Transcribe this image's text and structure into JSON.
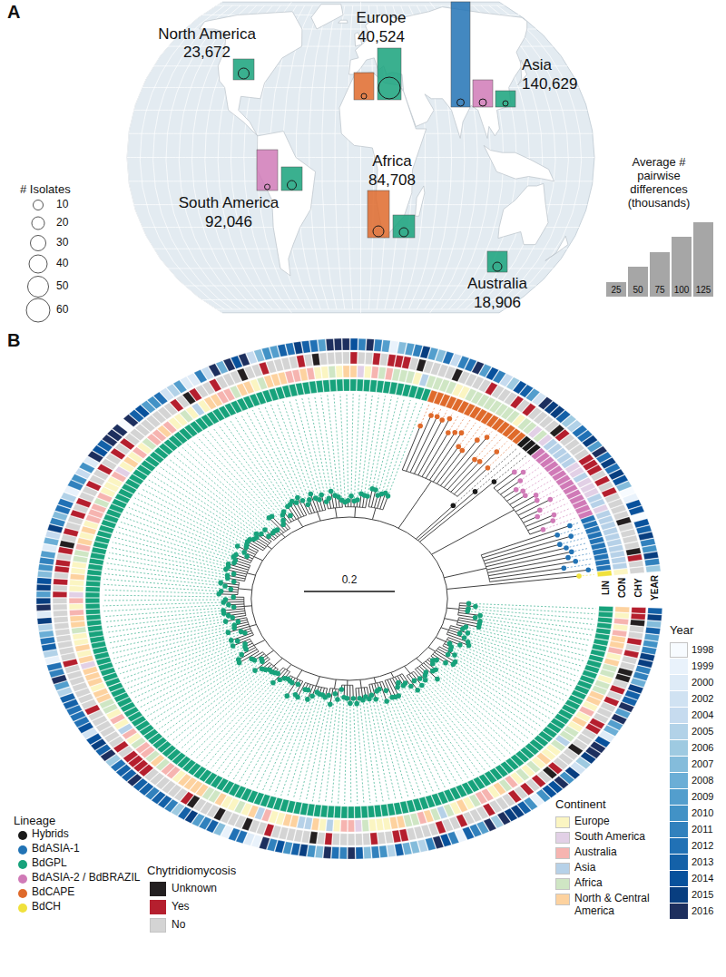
{
  "diagram": {
    "labels": [
      "A",
      "North America",
      "23,672",
      "Europe",
      "40,524",
      "Asia",
      "140,629",
      "South America",
      "92,046",
      "Africa",
      "84,708",
      "Australia",
      "18,906",
      "# Isolates",
      "Average # pairwise differences (thousands)",
      "B",
      "0.2",
      "LIN",
      "CON",
      "CHY",
      "YEAR",
      "Lineage",
      "Chytridiomycosis",
      "Continent",
      "Year"
    ],
    "legend": [
      {
        "text": "Hybrids",
        "color": "#1a1a1a"
      },
      {
        "text": "BdASIA-1",
        "color": "#2273b5"
      },
      {
        "text": "BdGPL",
        "color": "#17a27b"
      },
      {
        "text": "BdASIA-2 / BdBRAZIL",
        "color": "#d07ab7"
      },
      {
        "text": "BdCAPE",
        "color": "#df6a2b"
      },
      {
        "text": "BdCH",
        "color": "#f0e13c"
      },
      {
        "text": "Unknown",
        "color": "#231f20"
      },
      {
        "text": "Yes",
        "color": "#b51f2e"
      },
      {
        "text": "No",
        "color": "#d4d4d4"
      },
      {
        "text": "Europe",
        "color": "#fbf5c2"
      },
      {
        "text": "South America",
        "color": "#e2d0e6"
      },
      {
        "text": "Australia",
        "color": "#f6b4b0"
      },
      {
        "text": "Asia",
        "color": "#b6d1e8"
      },
      {
        "text": "Africa",
        "color": "#cfe6c4"
      },
      {
        "text": "North & Central America",
        "color": "#fdd29f"
      },
      {
        "text": "1998",
        "color": "#f7fbff"
      },
      {
        "text": "1999",
        "color": "#e9f2fb"
      },
      {
        "text": "2000",
        "color": "#deebf7"
      },
      {
        "text": "2002",
        "color": "#d0e2f2"
      },
      {
        "text": "2004",
        "color": "#c6dbef"
      },
      {
        "text": "2005",
        "color": "#b2d2e8"
      },
      {
        "text": "2006",
        "color": "#9ecae1"
      },
      {
        "text": "2007",
        "color": "#84bcdb"
      },
      {
        "text": "2008",
        "color": "#6baed6"
      },
      {
        "text": "2009",
        "color": "#539ecd"
      },
      {
        "text": "2010",
        "color": "#4292c6"
      },
      {
        "text": "2011",
        "color": "#3181bd"
      },
      {
        "text": "2012",
        "color": "#2171b5"
      },
      {
        "text": "2013",
        "color": "#1461a8"
      },
      {
        "text": "2014",
        "color": "#08519c"
      },
      {
        "text": "2015",
        "color": "#083e80"
      },
      {
        "text": "2016",
        "color": "#1d2f5e"
      },
      {
        "text": "10"
      },
      {
        "text": "20"
      },
      {
        "text": "30"
      },
      {
        "text": "40"
      },
      {
        "text": "50"
      },
      {
        "text": "60"
      },
      {
        "text": "25",
        "color": "#a6a6a6"
      },
      {
        "text": "50",
        "color": "#a6a6a6"
      },
      {
        "text": "75",
        "color": "#a6a6a6"
      },
      {
        "text": "100",
        "color": "#a6a6a6"
      },
      {
        "text": "125",
        "color": "#a6a6a6"
      }
    ]
  }
}
